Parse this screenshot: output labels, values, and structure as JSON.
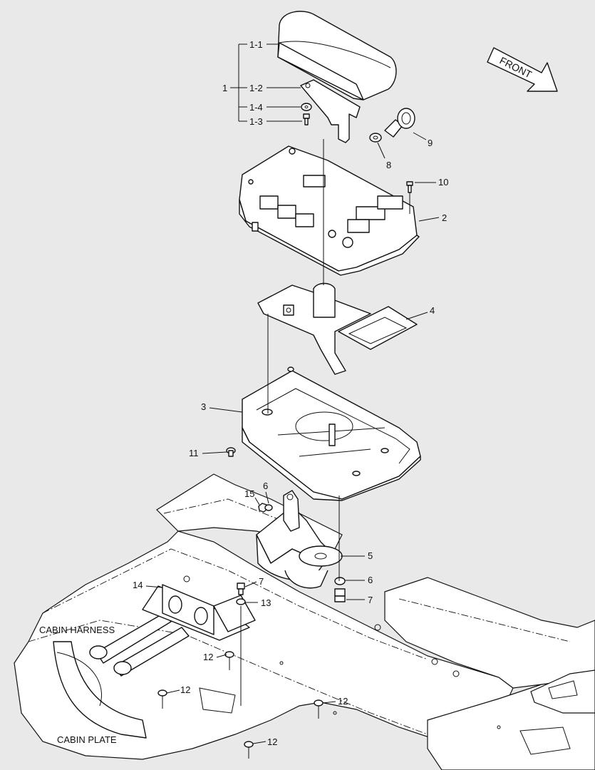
{
  "labels": {
    "p1": "1",
    "p1_1": "1-1",
    "p1_2": "1-2",
    "p1_3": "1-3",
    "p1_4": "1-4",
    "p2": "2",
    "p3": "3",
    "p4": "4",
    "p5": "5",
    "p6a": "6",
    "p6b": "6",
    "p7a": "7",
    "p7b": "7",
    "p8": "8",
    "p9": "9",
    "p10": "10",
    "p11": "11",
    "p12a": "12",
    "p12b": "12",
    "p12c": "12",
    "p12d": "12",
    "p13": "13",
    "p14": "14",
    "p15": "15",
    "front": "FRONT",
    "cabin_harness": "CABIN HARNESS",
    "cabin_plate": "CABIN PLATE"
  }
}
